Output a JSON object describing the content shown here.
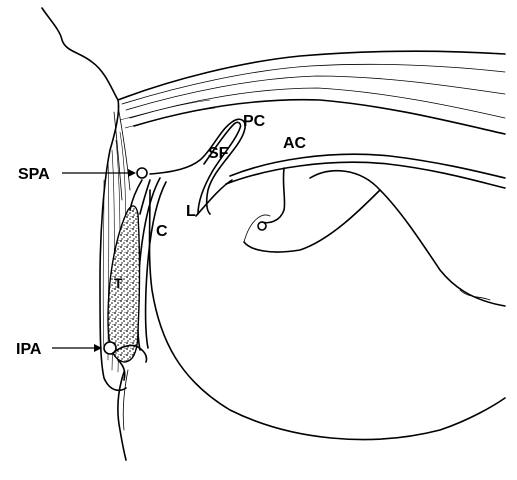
{
  "labels": {
    "spa": "SPA",
    "ipa": "IPA",
    "c": "C",
    "l": "L",
    "sf": "SF",
    "pc": "PC",
    "ac": "AC",
    "t": "T"
  },
  "colors": {
    "ink": "#000000",
    "background": "#ffffff"
  }
}
